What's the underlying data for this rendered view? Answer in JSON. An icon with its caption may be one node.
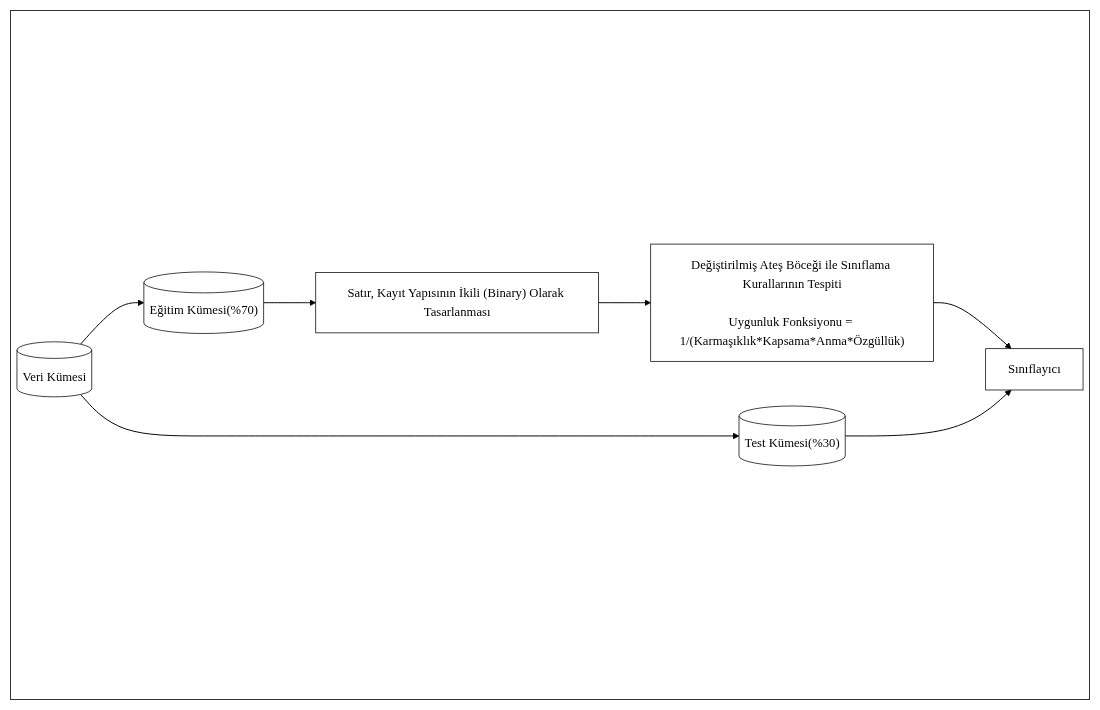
{
  "diagram": {
    "nodes": [
      {
        "text": [
          "Veri Kümesi"
        ]
      },
      {
        "text": [
          "Eğitim Kümesi(%70)"
        ]
      },
      {
        "text": [
          "Test Kümesi(%30)"
        ]
      },
      {
        "text": [
          "Satır, Kayıt Yapısının İkili (Binary) Olarak Tasarlanması"
        ]
      },
      {
        "text": [
          "Değiştirilmiş Ateş Böceği ile Sınıflama Kurallarının Tespiti",
          "Uygunluk Fonksiyonu = 1/(Karmaşıklık*Kapsama*Anma*Özgüllük)"
        ]
      },
      {
        "text": [
          "Sınıflayıcı"
        ]
      }
    ],
    "edges": [
      {
        "from": 0,
        "to": 1,
        "arrow": "to"
      },
      {
        "from": 0,
        "to": 2,
        "arrow": "to"
      },
      {
        "from": 1,
        "to": 3,
        "arrow": "to"
      },
      {
        "from": 3,
        "to": 4,
        "arrow": "to"
      },
      {
        "from": 4,
        "to": 5,
        "arrow": "to"
      },
      {
        "from": 2,
        "to": 5,
        "arrow": "to"
      }
    ]
  }
}
